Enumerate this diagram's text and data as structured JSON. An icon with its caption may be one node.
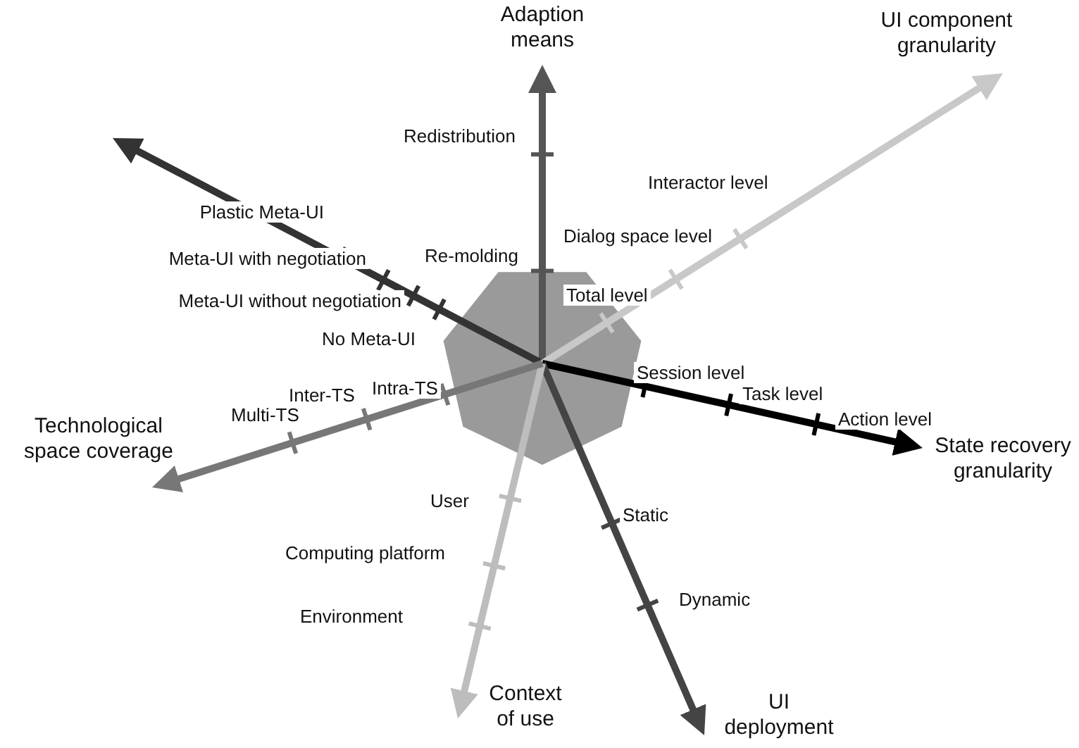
{
  "diagram": {
    "labels": [
      "Adaption means",
      "Redistribution",
      "UI component granularity",
      "Interactor level",
      "Plastic Meta-UI",
      "Dialog space level",
      "Meta-UI with negotiation",
      "Re-molding",
      "Meta-UI without negotiation",
      "Total level",
      "No Meta-UI",
      "Session level",
      "Inter-TS",
      "Intra-TS",
      "Task level",
      "Multi-TS",
      "Action level",
      "Technological space coverage",
      "State recovery granularity",
      "User",
      "Static",
      "Computing platform",
      "Dynamic",
      "Environment",
      "Context of use",
      "UI deployment"
    ]
  }
}
